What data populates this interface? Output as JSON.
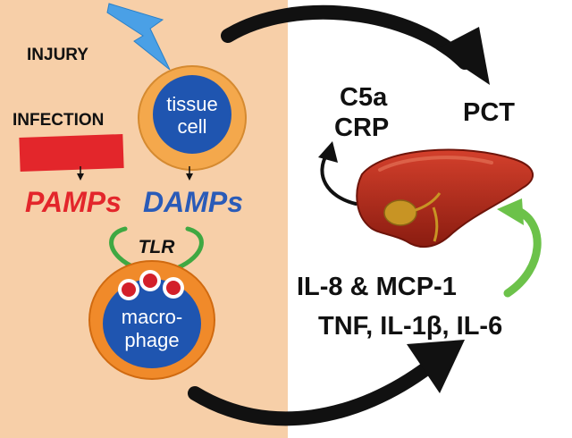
{
  "labels": {
    "injury": "INJURY",
    "infection": "INFECTION",
    "tissue_line1": "tissue",
    "tissue_line2": "cell",
    "pamps": "PAMPs",
    "damps": "DAMPs",
    "tlr": "TLR",
    "macro_line1": "macro-",
    "macro_line2": "phage",
    "c5a": "C5a",
    "crp": "CRP",
    "pct": "PCT",
    "il8": "IL-8 & MCP-1",
    "tnf": "TNF, IL-1β, IL-6"
  },
  "colors": {
    "left_panel": "#f7cfa8",
    "tissue_outer": "#f4a84c",
    "tissue_inner": "#1f55b0",
    "lightning": "#4aa0e6",
    "infection_bar": "#e3262b",
    "pamps": "#e3262b",
    "damps": "#2a5bb8",
    "tlr_arc": "#3fa842",
    "macrophage_outer": "#f08a2a",
    "macrophage_inner": "#1f55b0",
    "granule": "#d3202a",
    "liver": "#b62a1a",
    "gallbladder": "#c89424",
    "green_arrow": "#6cc24a",
    "black": "#111111"
  }
}
